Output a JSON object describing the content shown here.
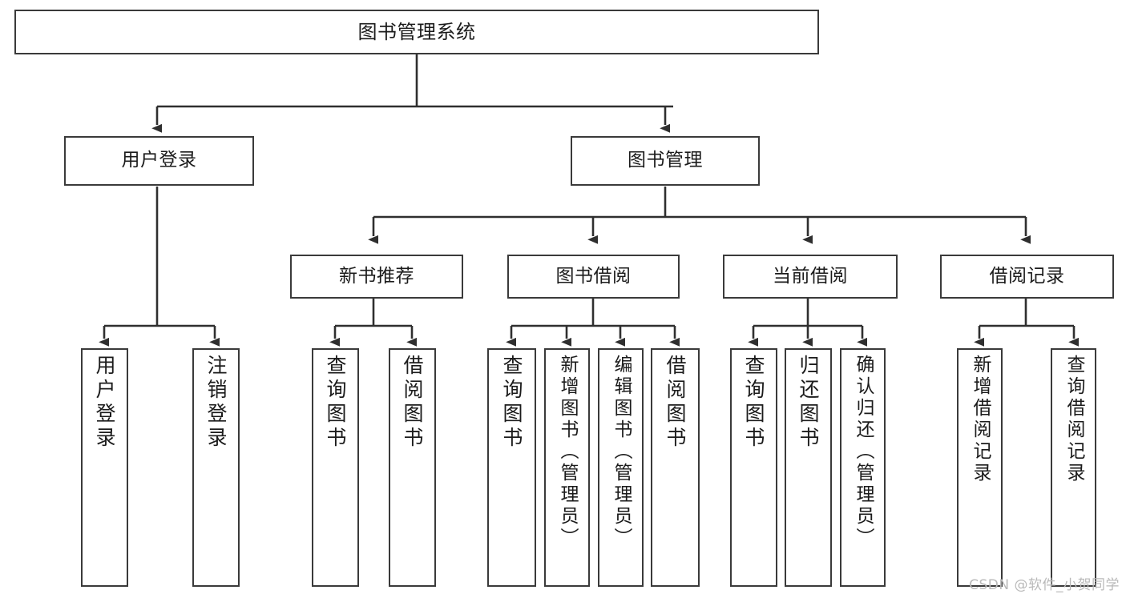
{
  "diagram": {
    "type": "tree",
    "title": "图书管理系统",
    "orientation": "top-down",
    "line_color": "#3a3a3a",
    "box_fill": "#ffffff",
    "text_color": "#1b1b1b"
  },
  "nodes": {
    "root": {
      "label": "图书管理系统"
    },
    "level2": [
      {
        "label": "用户登录"
      },
      {
        "label": "图书管理"
      }
    ],
    "level3": [
      {
        "label": "新书推荐"
      },
      {
        "label": "图书借阅"
      },
      {
        "label": "当前借阅"
      },
      {
        "label": "借阅记录"
      }
    ],
    "leaves": {
      "user_login": [
        {
          "label": "用户登录"
        },
        {
          "label": "注销登录"
        }
      ],
      "new_book": [
        {
          "label": "查询图书"
        },
        {
          "label": "借阅图书"
        }
      ],
      "borrow_book": [
        {
          "label": "查询图书"
        },
        {
          "label": "新增图书（管理员）"
        },
        {
          "label": "编辑图书（管理员）"
        },
        {
          "label": "借阅图书"
        }
      ],
      "current_borrow": [
        {
          "label": "查询图书"
        },
        {
          "label": "归还图书"
        },
        {
          "label": "确认归还（管理员）"
        }
      ],
      "borrow_record": [
        {
          "label": "新增借阅记录"
        },
        {
          "label": "查询借阅记录"
        }
      ]
    }
  },
  "watermark": {
    "text": "CSDN @软件_小贺同学"
  }
}
